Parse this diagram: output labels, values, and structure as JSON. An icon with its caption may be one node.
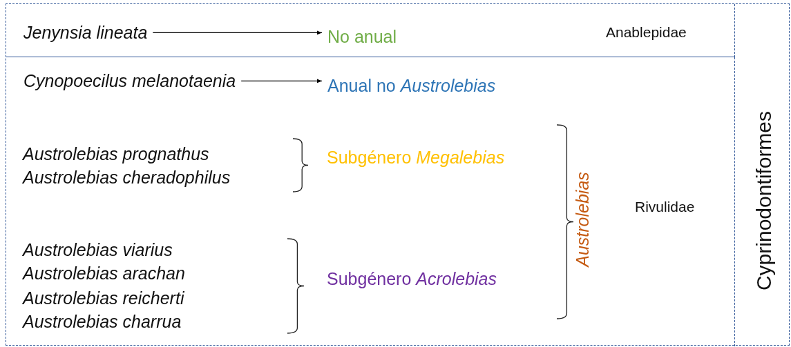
{
  "diagram": {
    "nodes": [
      {
        "text": [
          "Cyprinodontiformes"
        ]
      },
      {
        "text": [
          "Anablepidae"
        ],
        "in": 0
      },
      {
        "text": [
          "Jenynsia lineata"
        ],
        "in": 1
      },
      {
        "text": [
          "No anual"
        ],
        "in": 1
      },
      {
        "text": [
          "Rivulidae"
        ],
        "in": 0
      },
      {
        "text": [
          "Cynopoecilus melanotaenia"
        ],
        "in": 4
      },
      {
        "text": [
          "Anual no *Austrolebias*"
        ],
        "in": 4
      }
    ],
    "edges": [
      {
        "from": 2,
        "to": 3,
        "arrow": "to"
      },
      {
        "from": 5,
        "to": 6,
        "arrow": "to"
      }
    ],
    "labels": [
      "Austrolebias prognathus",
      "Austrolebias cheradophilus",
      "Subgénero *Megalebias*",
      "Austrolebias",
      "Austrolebias viarius",
      "Austrolebias arachan",
      "Austrolebias reicherti",
      "Austrolebias charrua",
      "Subgénero *Acrolebias*"
    ]
  }
}
